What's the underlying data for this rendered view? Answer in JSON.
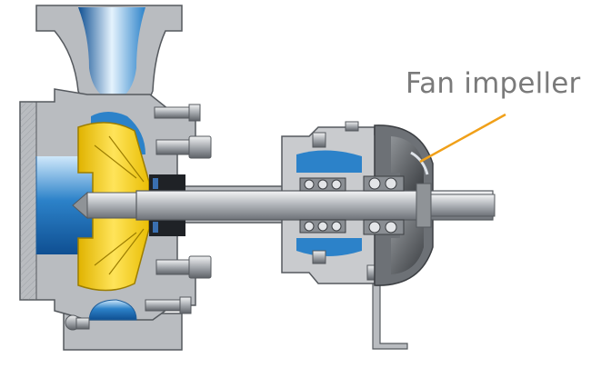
{
  "callout": {
    "label": "Fan impeller"
  },
  "colors": {
    "casing": "#b9bcc0",
    "casing_dark": "#7d8186",
    "casing_line": "#55595e",
    "bearing_housing": "#c9cbce",
    "impeller": "#f7d21c",
    "impeller_line": "#9c7d00",
    "fluid_blue": "#2c82c9",
    "fluid_light": "#cfe8fb",
    "shaft": "#c3c6ca",
    "callout_line": "#f0a019",
    "label_text": "#7a7a7a"
  },
  "parts": [
    "pump-casing",
    "suction-nozzle",
    "discharge-nozzle",
    "impeller",
    "casing-bolts",
    "gland-packing",
    "shaft",
    "bearing-housing",
    "ball-bearings",
    "fan-impeller",
    "fan-cover",
    "support-foot"
  ]
}
